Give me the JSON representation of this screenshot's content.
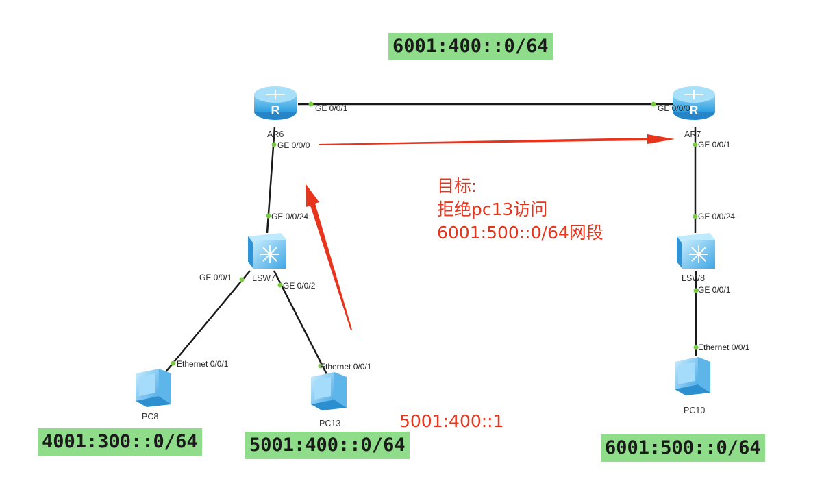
{
  "subnets": {
    "top": "6001:400::0/64",
    "pc8": "4001:300::0/64",
    "pc13": "5001:400::0/64",
    "pc10": "6001:500::0/64"
  },
  "note": {
    "line1": "目标:",
    "line2": "拒绝pc13访问",
    "line3": "6001:500::0/64网段"
  },
  "pc13_address": "5001:400::1",
  "devices": {
    "ar6": "AR6",
    "ar7": "AR7",
    "lsw7": "LSW7",
    "lsw8": "LSW8",
    "pc8": "PC8",
    "pc13": "PC13",
    "pc10": "PC10"
  },
  "ports": {
    "ar6_ge001": "GE 0/0/1",
    "ar6_ge000": "GE 0/0/0",
    "ar7_ge000": "GE 0/0/0",
    "ar7_ge001": "GE 0/0/1",
    "lsw7_ge0024": "GE 0/0/24",
    "lsw7_ge001": "GE 0/0/1",
    "lsw7_ge002": "GE 0/0/2",
    "pc8_eth": "Ethernet 0/0/1",
    "pc13_eth": "Ethernet 0/0/1",
    "lsw8_ge0024": "GE 0/0/24",
    "lsw8_ge001": "GE 0/0/1",
    "pc10_eth": "Ethernet 0/0/1"
  },
  "colors": {
    "subnet_bg": "#8fdc8a",
    "annotation": "#e8341c",
    "link": "#1a1a1a",
    "port_dot": "#7ac943",
    "device_blue": "#4bb3ea"
  }
}
